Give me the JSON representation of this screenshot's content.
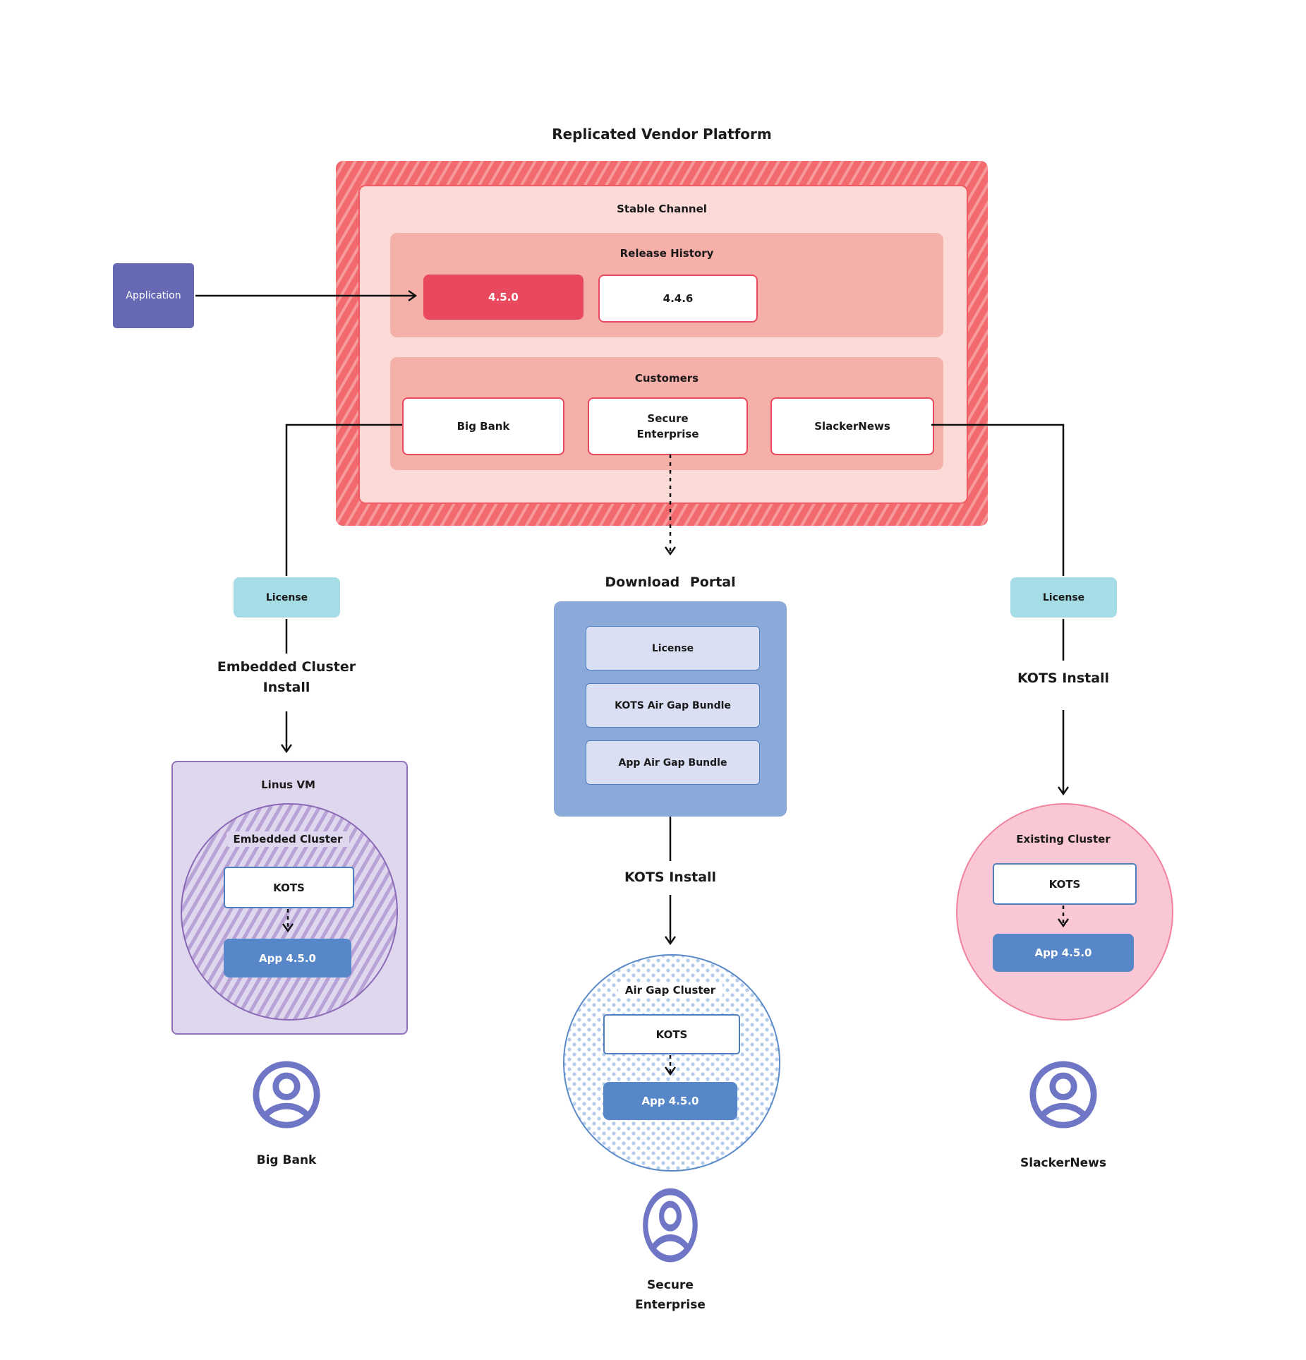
{
  "title": "Replicated Vendor Platform",
  "platform": {
    "stable_channel_label": "Stable Channel",
    "release_history": {
      "label": "Release History",
      "releases": [
        "4.5.0",
        "4.4.6"
      ]
    },
    "customers": {
      "label": "Customers",
      "items": [
        "Big Bank",
        "Secure\nEnterprise",
        "SlackerNews"
      ]
    }
  },
  "application_label": "Application",
  "flows": {
    "left": {
      "license": "License",
      "install": "Embedded Cluster\nInstall",
      "vm_label": "Linus VM",
      "cluster_label": "Embedded Cluster",
      "kots": "KOTS",
      "app": "App 4.5.0",
      "customer": "Big Bank"
    },
    "middle": {
      "portal_label": "Download Portal",
      "portal_items": [
        "License",
        "KOTS Air Gap Bundle",
        "App Air Gap Bundle"
      ],
      "install": "KOTS Install",
      "cluster_label": "Air Gap Cluster",
      "kots": "KOTS",
      "app": "App 4.5.0",
      "customer": "Secure\nEnterprise"
    },
    "right": {
      "license": "License",
      "install": "KOTS Install",
      "cluster_label": "Existing Cluster",
      "kots": "KOTS",
      "app": "App 4.5.0",
      "customer": "SlackerNews"
    }
  },
  "colors": {
    "channel_hatch": "#f26a6e",
    "channel_fill": "#fbdad8",
    "channel_section": "#f6b0aa",
    "release_current": "#e9495e",
    "application": "#6569b3",
    "license": "#a6dce6",
    "portal": "#8caad9",
    "portal_item": "#dadff3",
    "app_version": "#5787c9",
    "kots_border": "#4d7fc0",
    "vm_fill": "#ded7ed",
    "vm_border": "#9171ba",
    "existing_fill": "#f9c8d4",
    "existing_border": "#f0819f",
    "person": "#6f76c5",
    "line": "#111111"
  }
}
